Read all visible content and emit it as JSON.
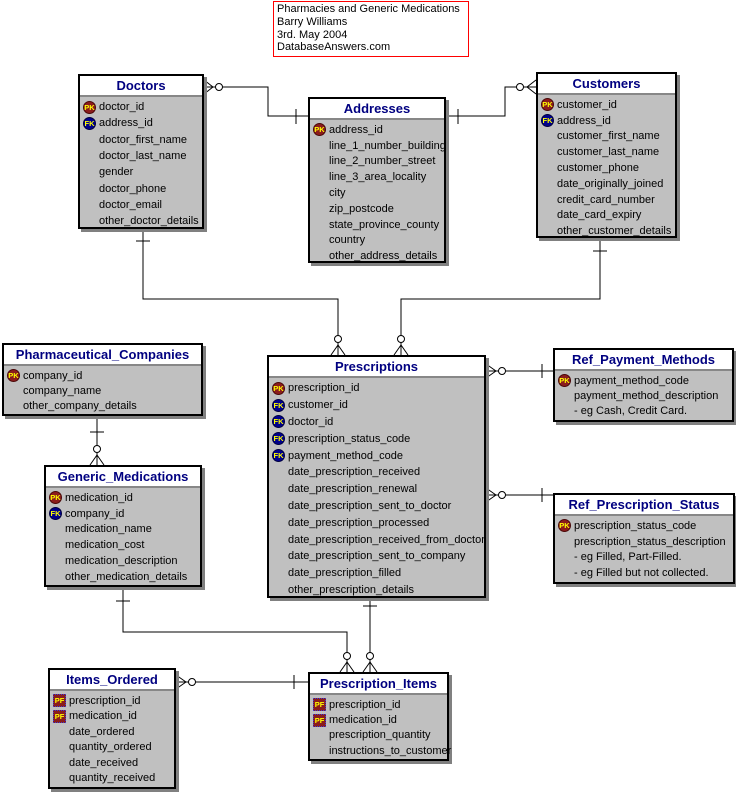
{
  "note": {
    "lines": [
      "Pharmacies and Generic Medications",
      "Barry Williams",
      "3rd. May 2004",
      "DatabaseAnswers.com"
    ],
    "border_color": "#FF0000"
  },
  "colors": {
    "entity_body": "#C0C0C0",
    "entity_title_text": "#000080",
    "entity_title_bg": "#FFFFFF",
    "pk_badge": "#8B1C1C",
    "fk_badge": "#00008B",
    "pf_badge": "#8B1C1C",
    "badge_text": "#FFFF00",
    "connector": "#000000",
    "shadow": "#808080"
  },
  "entities": {
    "doctors": {
      "title": "Doctors",
      "fields": [
        {
          "key": "PK",
          "name": "doctor_id"
        },
        {
          "key": "FK",
          "name": "address_id"
        },
        {
          "key": "",
          "name": "doctor_first_name"
        },
        {
          "key": "",
          "name": "doctor_last_name"
        },
        {
          "key": "",
          "name": "gender"
        },
        {
          "key": "",
          "name": "doctor_phone"
        },
        {
          "key": "",
          "name": "doctor_email"
        },
        {
          "key": "",
          "name": "other_doctor_details"
        }
      ]
    },
    "addresses": {
      "title": "Addresses",
      "fields": [
        {
          "key": "PK",
          "name": "address_id"
        },
        {
          "key": "",
          "name": "line_1_number_building"
        },
        {
          "key": "",
          "name": "line_2_number_street"
        },
        {
          "key": "",
          "name": "line_3_area_locality"
        },
        {
          "key": "",
          "name": "city"
        },
        {
          "key": "",
          "name": "zip_postcode"
        },
        {
          "key": "",
          "name": "state_province_county"
        },
        {
          "key": "",
          "name": "country"
        },
        {
          "key": "",
          "name": "other_address_details"
        }
      ]
    },
    "customers": {
      "title": "Customers",
      "fields": [
        {
          "key": "PK",
          "name": "customer_id"
        },
        {
          "key": "FK",
          "name": "address_id"
        },
        {
          "key": "",
          "name": "customer_first_name"
        },
        {
          "key": "",
          "name": "customer_last_name"
        },
        {
          "key": "",
          "name": "customer_phone"
        },
        {
          "key": "",
          "name": "date_originally_joined"
        },
        {
          "key": "",
          "name": "credit_card_number"
        },
        {
          "key": "",
          "name": "date_card_expiry"
        },
        {
          "key": "",
          "name": "other_customer_details"
        }
      ]
    },
    "pharmaceutical_companies": {
      "title": "Pharmaceutical_Companies",
      "fields": [
        {
          "key": "PK",
          "name": "company_id"
        },
        {
          "key": "",
          "name": "company_name"
        },
        {
          "key": "",
          "name": "other_company_details"
        }
      ]
    },
    "generic_medications": {
      "title": "Generic_Medications",
      "fields": [
        {
          "key": "PK",
          "name": "medication_id"
        },
        {
          "key": "FK",
          "name": "company_id"
        },
        {
          "key": "",
          "name": "medication_name"
        },
        {
          "key": "",
          "name": "medication_cost"
        },
        {
          "key": "",
          "name": "medication_description"
        },
        {
          "key": "",
          "name": "other_medication_details"
        }
      ]
    },
    "prescriptions": {
      "title": "Prescriptions",
      "fields": [
        {
          "key": "PK",
          "name": "prescription_id"
        },
        {
          "key": "FK",
          "name": "customer_id"
        },
        {
          "key": "FK",
          "name": "doctor_id"
        },
        {
          "key": "FK",
          "name": "prescription_status_code"
        },
        {
          "key": "FK",
          "name": "payment_method_code"
        },
        {
          "key": "",
          "name": "date_prescription_received"
        },
        {
          "key": "",
          "name": "date_prescription_renewal"
        },
        {
          "key": "",
          "name": "date_prescription_sent_to_doctor"
        },
        {
          "key": "",
          "name": "date_prescription_processed"
        },
        {
          "key": "",
          "name": "date_prescription_received_from_doctor"
        },
        {
          "key": "",
          "name": "date_prescription_sent_to_company"
        },
        {
          "key": "",
          "name": "date_prescription_filled"
        },
        {
          "key": "",
          "name": "other_prescription_details"
        }
      ]
    },
    "ref_payment_methods": {
      "title": "Ref_Payment_Methods",
      "fields": [
        {
          "key": "PK",
          "name": "payment_method_code"
        },
        {
          "key": "",
          "name": "payment_method_description"
        },
        {
          "key": "",
          "name": "- eg Cash, Credit Card."
        }
      ]
    },
    "ref_prescription_status": {
      "title": "Ref_Prescription_Status",
      "fields": [
        {
          "key": "PK",
          "name": "prescription_status_code"
        },
        {
          "key": "",
          "name": "prescription_status_description"
        },
        {
          "key": "",
          "name": "- eg Filled, Part-Filled."
        },
        {
          "key": "",
          "name": "- eg Filled but not collected."
        }
      ]
    },
    "items_ordered": {
      "title": "Items_Ordered",
      "fields": [
        {
          "key": "PF",
          "name": "prescription_id"
        },
        {
          "key": "PF",
          "name": "medication_id"
        },
        {
          "key": "",
          "name": "date_ordered"
        },
        {
          "key": "",
          "name": "quantity_ordered"
        },
        {
          "key": "",
          "name": "date_received"
        },
        {
          "key": "",
          "name": "quantity_received"
        }
      ]
    },
    "prescription_items": {
      "title": "Prescription_Items",
      "fields": [
        {
          "key": "PF",
          "name": "prescription_id"
        },
        {
          "key": "PF",
          "name": "medication_id"
        },
        {
          "key": "",
          "name": "prescription_quantity"
        },
        {
          "key": "",
          "name": "instructions_to_customer"
        }
      ]
    }
  },
  "relationships": [
    {
      "from": "Doctors",
      "to": "Addresses",
      "cardinality": "many-to-one"
    },
    {
      "from": "Addresses",
      "to": "Customers",
      "cardinality": "one-to-many"
    },
    {
      "from": "Doctors",
      "to": "Prescriptions",
      "cardinality": "one-to-many"
    },
    {
      "from": "Customers",
      "to": "Prescriptions",
      "cardinality": "one-to-many"
    },
    {
      "from": "Prescriptions",
      "to": "Ref_Payment_Methods",
      "cardinality": "many-to-one"
    },
    {
      "from": "Prescriptions",
      "to": "Ref_Prescription_Status",
      "cardinality": "many-to-one"
    },
    {
      "from": "Pharmaceutical_Companies",
      "to": "Generic_Medications",
      "cardinality": "one-to-many"
    },
    {
      "from": "Generic_Medications",
      "to": "Prescription_Items",
      "cardinality": "one-to-many"
    },
    {
      "from": "Prescriptions",
      "to": "Prescription_Items",
      "cardinality": "one-to-many"
    },
    {
      "from": "Items_Ordered",
      "to": "Prescription_Items",
      "cardinality": "many-to-one"
    }
  ]
}
